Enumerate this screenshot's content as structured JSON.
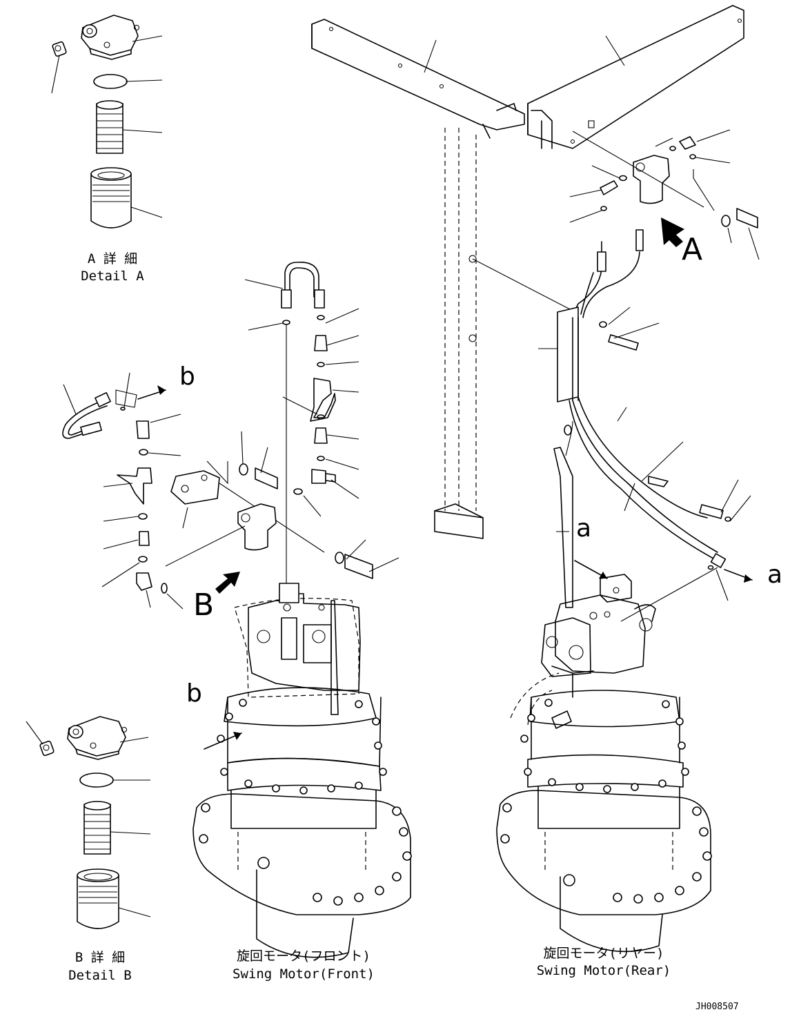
{
  "labels": {
    "detail_a_jp": "A 詳 細",
    "detail_a_en": "Detail A",
    "detail_b_jp": "B 詳 細",
    "detail_b_en": "Detail B",
    "front_jp": "旋回モータ(フロント)",
    "front_en": "Swing Motor(Front)",
    "rear_jp": "旋回モータ(リヤー)",
    "rear_en": "Swing Motor(Rear)",
    "view_a": "A",
    "view_b": "B",
    "ref_a_top": "a",
    "ref_a_right": "a",
    "ref_b_top": "b",
    "ref_b_motor": "b",
    "drawing_code": "JH008507"
  }
}
